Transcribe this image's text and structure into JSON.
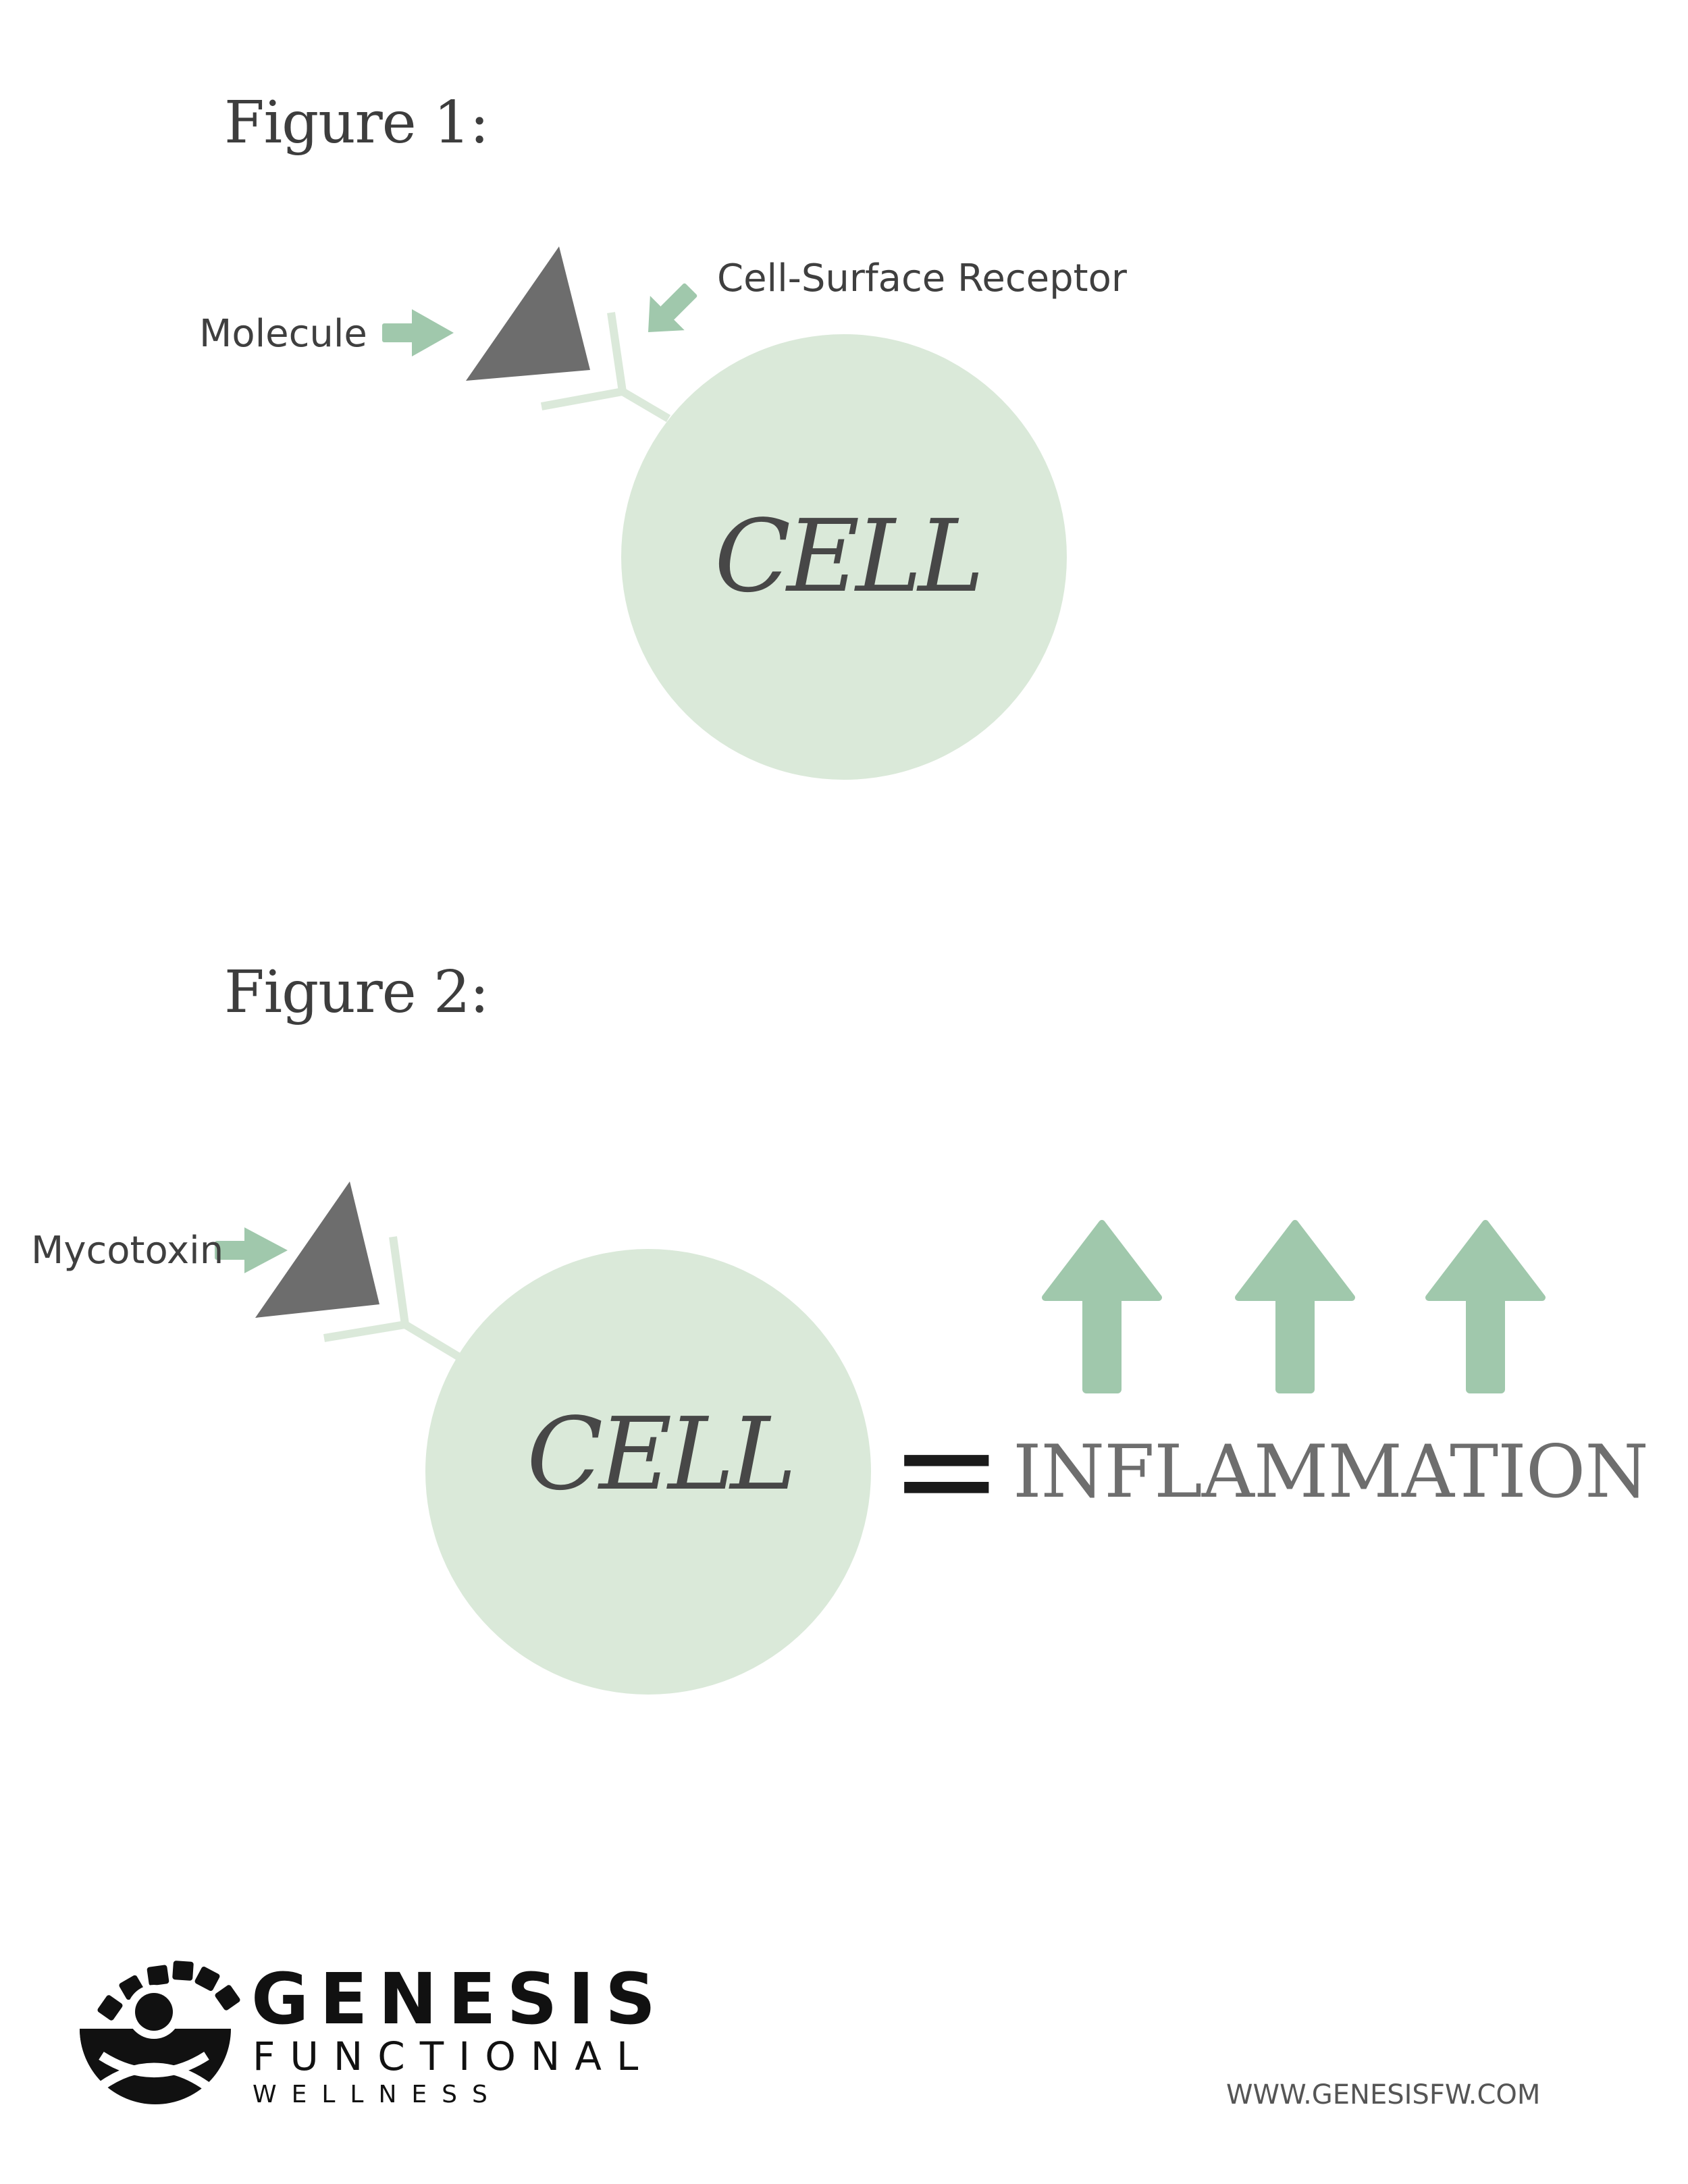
{
  "figure1": {
    "title": "Figure 1:",
    "molecule_label": "Molecule",
    "receptor_label": "Cell-Surface Receptor",
    "cell_label": "CELL"
  },
  "figure2": {
    "title": "Figure 2:",
    "mycotoxin_label": "Mycotoxin",
    "cell_label": "CELL",
    "equals": "=",
    "result_label": "INFLAMMATION"
  },
  "footer": {
    "brand_line1": "GENESIS",
    "brand_line2": "FUNCTIONAL",
    "brand_line3": "WELLNESS",
    "url": "WWW.GENESISFW.COM"
  },
  "colors": {
    "cell_fill": "#dae9d9",
    "arrow_green": "#a0c8ac",
    "receptor": "#dbe9da",
    "molecule": "#6d6d6d",
    "logo": "#111111"
  },
  "icons": {
    "logo": "genesis-lotus-logo-icon"
  }
}
